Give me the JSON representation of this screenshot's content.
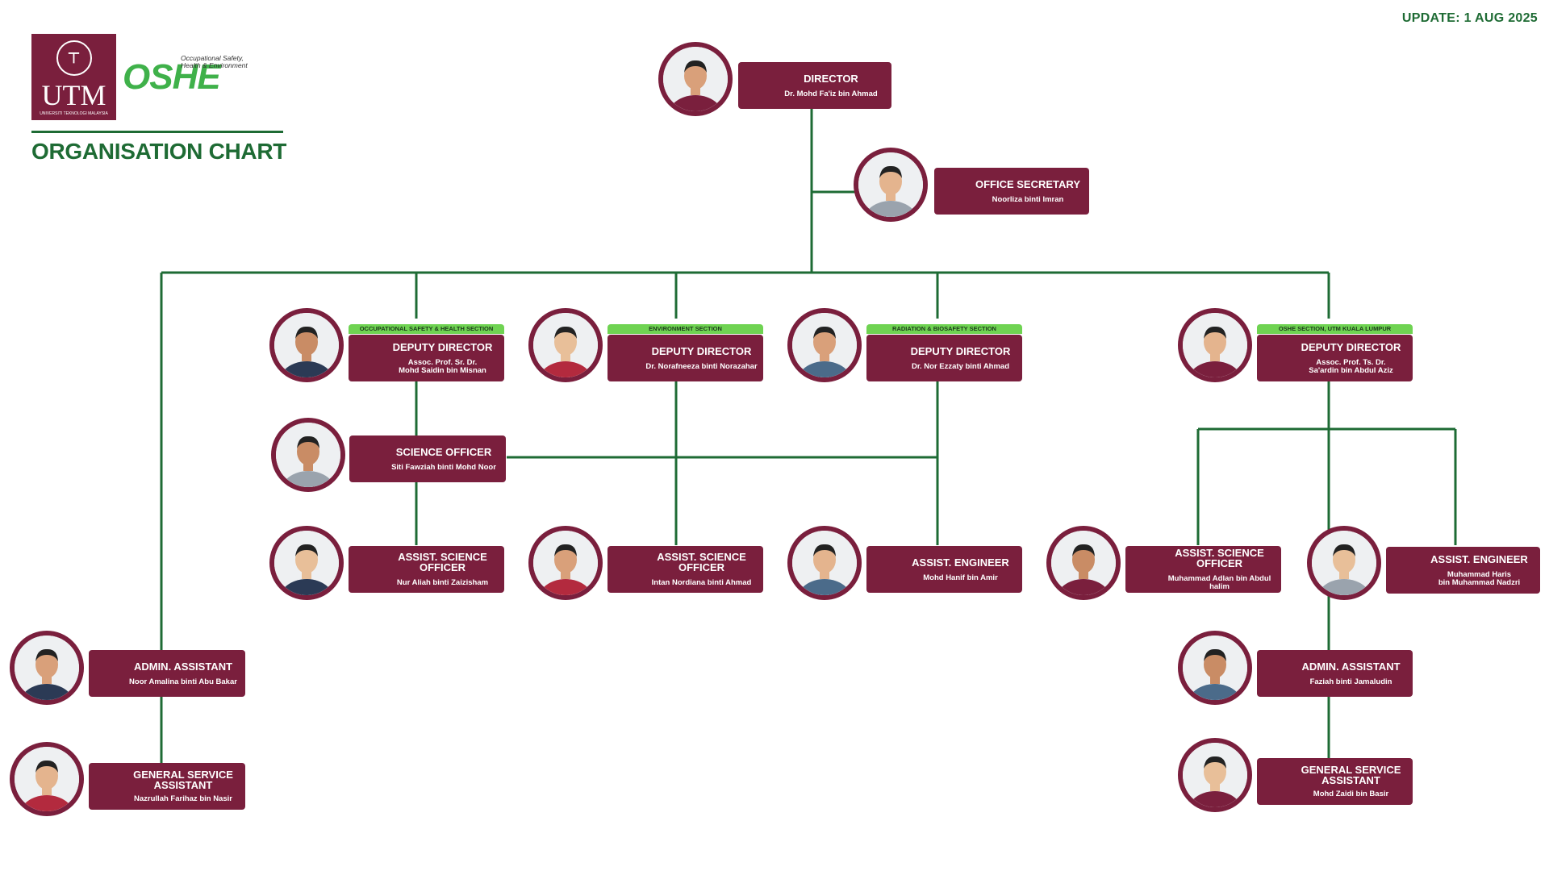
{
  "header": {
    "update": "UPDATE:  1 AUG 2025",
    "title": "ORGANISATION CHART",
    "logo_utm": "UTM",
    "logo_utm_sub": "UNIVERSITI TEKNOLOGI MALAYSIA",
    "logo_oshe": "OSHE",
    "logo_oshe_tag": "Occupational Safety, Health & Environment"
  },
  "colors": {
    "brand_maroon": "#7a1f3d",
    "line_green": "#1e6b34",
    "section_green": "#6fd352"
  },
  "nodes": [
    {
      "id": "director",
      "role": "DIRECTOR",
      "name": "Dr. Mohd Fa'iz bin Ahmad"
    },
    {
      "id": "office-secretary",
      "role": "OFFICE SECRETARY",
      "name": "Noorliza binti Imran"
    },
    {
      "id": "deputy-ohs",
      "section": "OCCUPATIONAL SAFETY & HEALTH SECTION",
      "role": "DEPUTY DIRECTOR",
      "name": "Assoc. Prof. Sr. Dr.\nMohd Saidin bin Misnan"
    },
    {
      "id": "deputy-env",
      "section": "ENVIRONMENT SECTION",
      "role": "DEPUTY DIRECTOR",
      "name": "Dr. Norafneeza binti Norazahar"
    },
    {
      "id": "deputy-rad",
      "section": "RADIATION & BIOSAFETY SECTION",
      "role": "DEPUTY DIRECTOR",
      "name": "Dr. Nor Ezzaty binti Ahmad"
    },
    {
      "id": "deputy-kl",
      "section": "OSHE SECTION, UTM KUALA LUMPUR",
      "role": "DEPUTY DIRECTOR",
      "name": "Assoc. Prof. Ts. Dr.\nSa'ardin bin Abdul Aziz"
    },
    {
      "id": "science-officer",
      "role": "SCIENCE OFFICER",
      "name": "Siti Fawziah binti Mohd Noor"
    },
    {
      "id": "asst-sci-1",
      "role": "ASSIST. SCIENCE OFFICER",
      "name": "Nur Aliah binti Zaizisham"
    },
    {
      "id": "asst-sci-2",
      "role": "ASSIST. SCIENCE OFFICER",
      "name": "Intan Nordiana binti Ahmad"
    },
    {
      "id": "asst-eng-1",
      "role": "ASSIST. ENGINEER",
      "name": "Mohd Hanif bin Amir"
    },
    {
      "id": "asst-sci-3",
      "role": "ASSIST. SCIENCE OFFICER",
      "name": "Muhammad Adlan bin Abdul halim"
    },
    {
      "id": "asst-eng-2",
      "role": "ASSIST. ENGINEER",
      "name": "Muhammad Haris\nbin Muhammad Nadzri"
    },
    {
      "id": "admin-1",
      "role": "ADMIN. ASSISTANT",
      "name": "Noor Amalina binti Abu Bakar"
    },
    {
      "id": "gsa-1",
      "role": "GENERAL SERVICE\nASSISTANT",
      "name": "Nazrullah Farihaz bin Nasir"
    },
    {
      "id": "admin-2",
      "role": "ADMIN. ASSISTANT",
      "name": "Faziah binti Jamaludin"
    },
    {
      "id": "gsa-2",
      "role": "GENERAL SERVICE\nASSISTANT",
      "name": "Mohd Zaidi bin Basir"
    }
  ]
}
